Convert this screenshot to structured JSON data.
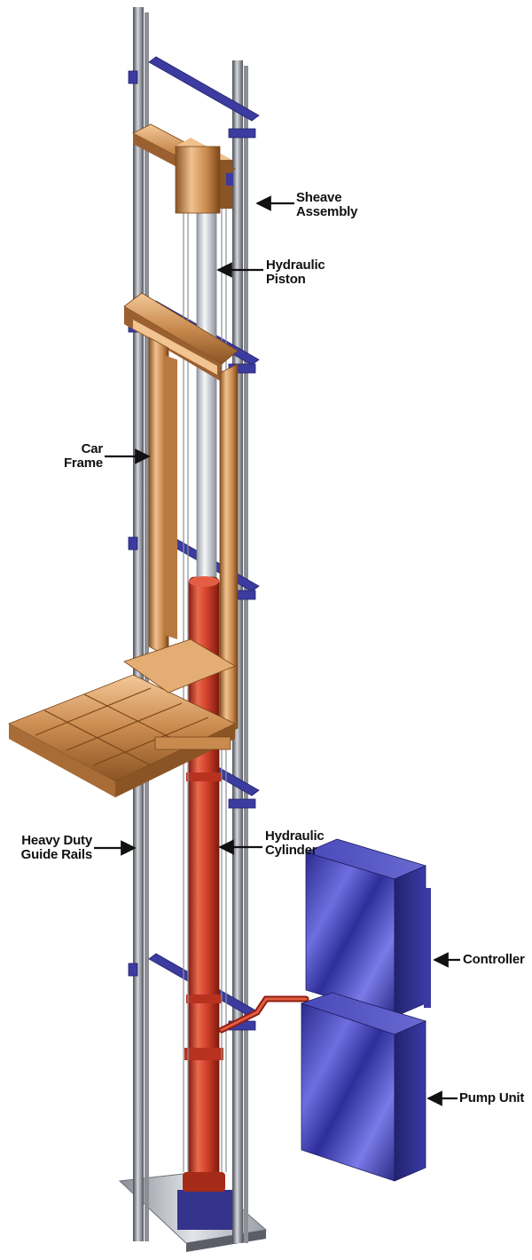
{
  "labels": {
    "sheave": [
      "Sheave",
      "Assembly"
    ],
    "piston": [
      "Hydraulic",
      "Piston"
    ],
    "car_frame": [
      "Car",
      "Frame"
    ],
    "guide_rails": [
      "Heavy Duty",
      "Guide Rails"
    ],
    "cylinder": [
      "Hydraulic",
      "Cylinder"
    ],
    "controller": "Controller",
    "pump": "Pump Unit"
  },
  "colors": {
    "rail": "#6e7078",
    "rail_light": "#c9ccd3",
    "bracket": "#3b3ba0",
    "copper": "#c98a4e",
    "copper_dark": "#8a5424",
    "copper_light": "#f0c18f",
    "cylinder": "#d2402a",
    "cylinder_dark": "#8e1f12",
    "piston": "#d8dbe2",
    "box": "#3a3aa8",
    "box_dark": "#22226e",
    "box_light": "#8f8fe6",
    "base": "#b9bcc4",
    "arrow": "#111111"
  }
}
